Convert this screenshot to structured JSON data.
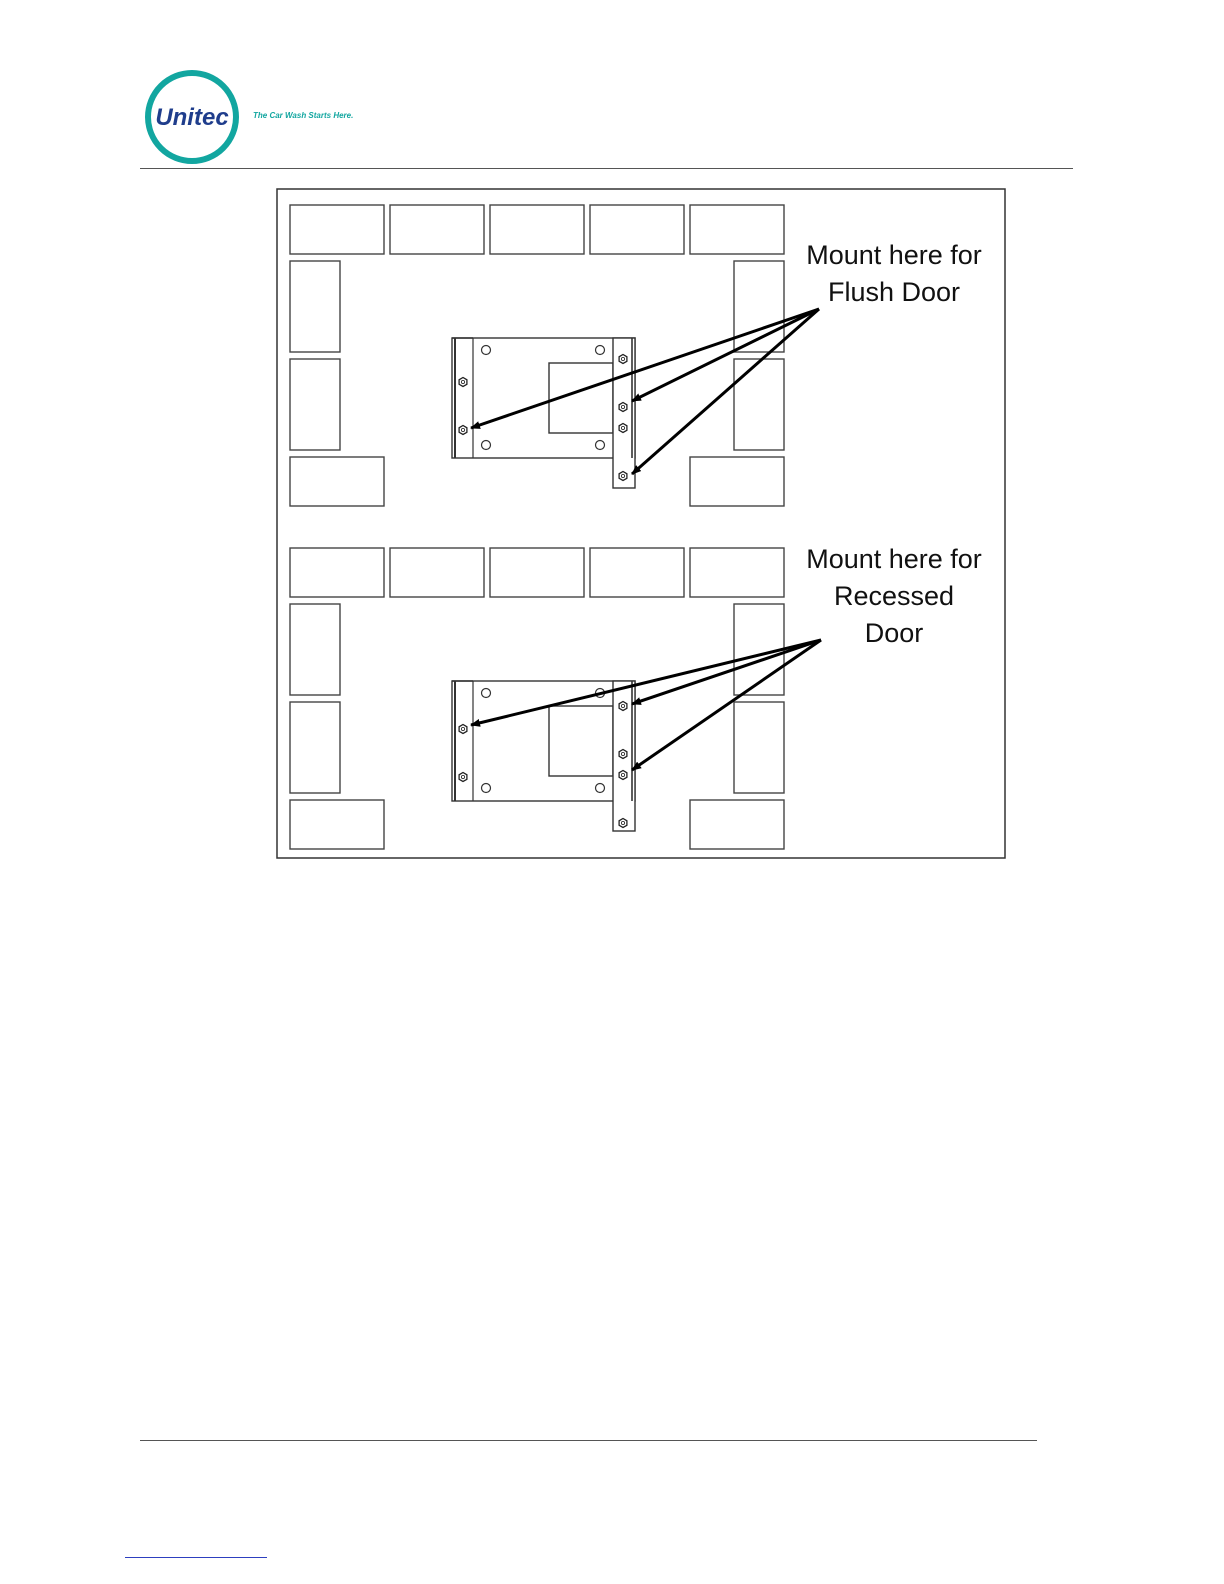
{
  "header": {
    "logo_text": "Unitec",
    "tagline": "The Car Wash Starts Here.",
    "brand_color": "#12a6a0",
    "brand_text_color": "#1f3d8c"
  },
  "figure": {
    "top_callout": [
      "Mount here for",
      "Flush Door"
    ],
    "bottom_callout": [
      "Mount here for",
      "Recessed",
      "Door"
    ]
  }
}
